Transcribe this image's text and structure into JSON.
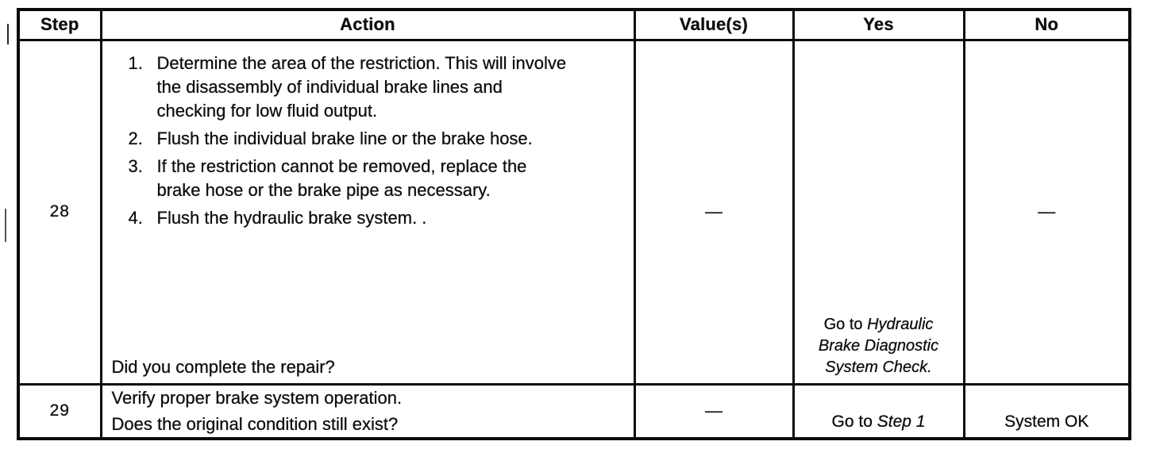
{
  "colors": {
    "ink": "#0d0d0d",
    "paper": "#ffffff"
  },
  "table": {
    "headers": {
      "step": "Step",
      "action": "Action",
      "values": "Value(s)",
      "yes": "Yes",
      "no": "No"
    },
    "row28": {
      "step": "28",
      "items": [
        {
          "num": "1.",
          "text": "Determine the area of the restriction. This will involve\nthe disassembly of individual brake lines and\nchecking for low fluid output."
        },
        {
          "num": "2.",
          "text": "Flush the individual brake line or the brake hose."
        },
        {
          "num": "3.",
          "text": "If the restriction cannot be removed, replace the\nbrake hose or the brake pipe as necessary."
        },
        {
          "num": "4.",
          "text": "Flush the hydraulic brake system. ."
        }
      ],
      "question": "Did you complete the repair?",
      "values": "—",
      "yes_prefix": "Go to ",
      "yes_reference": "Hydraulic\nBrake Diagnostic\nSystem Check.",
      "no": "—"
    },
    "row29": {
      "step": "29",
      "line1": "Verify proper brake system operation.",
      "line2": "Does the original condition still exist?",
      "values": "—",
      "yes_prefix": "Go to ",
      "yes_reference": "Step 1",
      "no": "System OK"
    }
  }
}
